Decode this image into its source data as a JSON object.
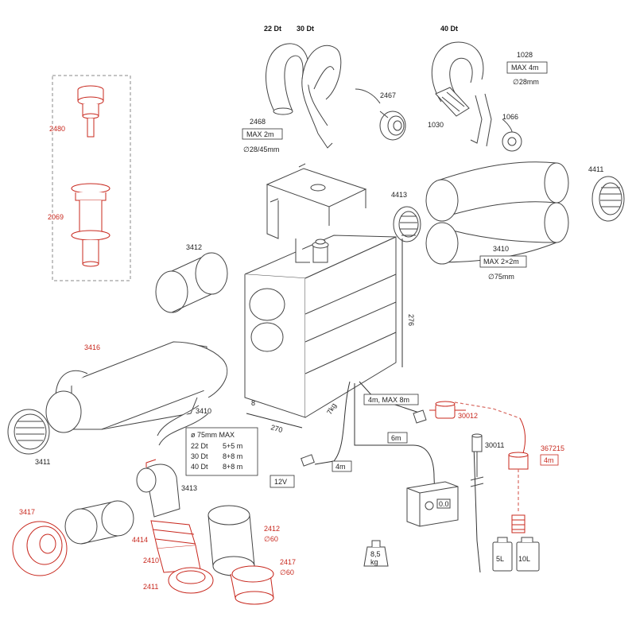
{
  "colors": {
    "line": "#333333",
    "accent": "#c8281e",
    "background": "#ffffff"
  },
  "ducts_top": {
    "dt22": "22 Dt",
    "dt30": "30 Dt",
    "dt40": "40 Dt"
  },
  "parts": {
    "p2480": "2480",
    "p2069": "2069",
    "p3412": "3412",
    "p3416": "3416",
    "p3411_left": "3411",
    "p3410_left": "3410",
    "p3413": "3413",
    "p3417": "3417",
    "p4414": "4414",
    "p2410": "2410",
    "p2411": "2411",
    "p2412": "2412",
    "p2412_dia": "∅60",
    "p2417": "2417",
    "p2417_dia": "∅60",
    "p2468": "2468",
    "p2468_max": "MAX 2m",
    "p2468_dia": "∅28/45mm",
    "p2467": "2467",
    "p1028": "1028",
    "p1028_max": "MAX 4m",
    "p1028_dia": "∅28mm",
    "p1030": "1030",
    "p1066": "1066",
    "p4413": "4413",
    "p4411": "4411",
    "p3410_right": "3410",
    "p3410_right_max": "MAX 2×2m",
    "p3410_right_dia": "∅75mm",
    "p30012": "30012",
    "p30011": "30011",
    "p367215": "367215",
    "p367215_len": "4m"
  },
  "heater": {
    "height": "276",
    "width": "270",
    "depth": "8",
    "weight": "7kg"
  },
  "table": {
    "header": "ø 75mm MAX",
    "rows": [
      {
        "size": "22 Dt",
        "value": "5+5 m"
      },
      {
        "size": "30 Dt",
        "value": "8+8 m"
      },
      {
        "size": "40 Dt",
        "value": "8+8 m"
      }
    ]
  },
  "cables": {
    "fuel_line": "4m, MAX 8m",
    "cable_6m": "6m",
    "cable_4m": "4m",
    "voltage": "12V"
  },
  "panel": {
    "display": "0.0"
  },
  "weight_block": {
    "value": "8,5",
    "unit": "kg"
  },
  "tanks": {
    "small": "5L",
    "large": "10L"
  }
}
